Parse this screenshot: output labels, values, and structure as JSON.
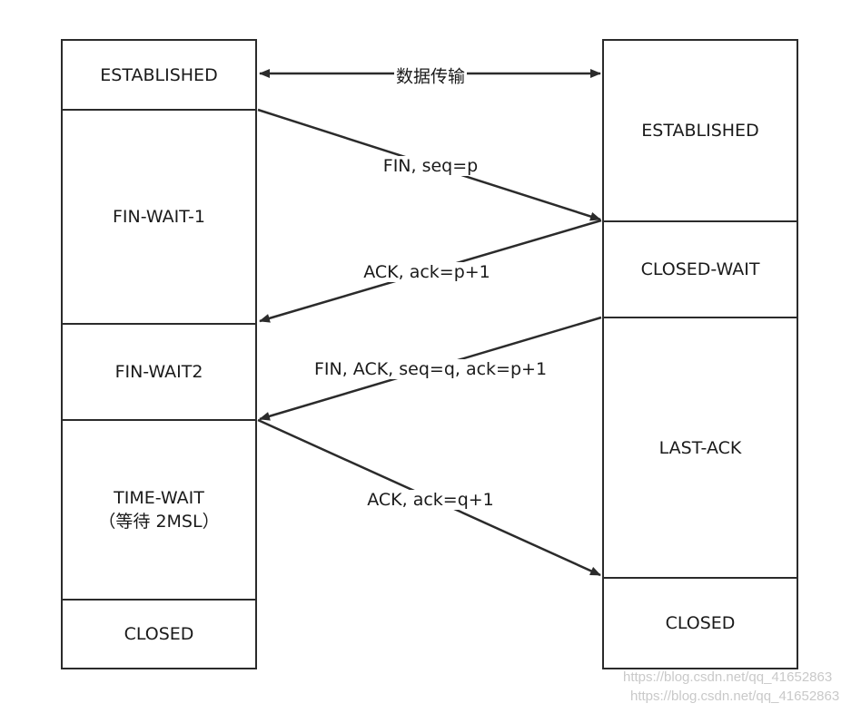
{
  "client_states": [
    {
      "name": "ESTABLISHED",
      "sub": ""
    },
    {
      "name": "FIN-WAIT-1",
      "sub": ""
    },
    {
      "name": "FIN-WAIT2",
      "sub": ""
    },
    {
      "name": "TIME-WAIT",
      "sub": "（等待 2MSL）"
    },
    {
      "name": "CLOSED",
      "sub": ""
    }
  ],
  "server_states": [
    {
      "name": "ESTABLISHED"
    },
    {
      "name": "CLOSED-WAIT"
    },
    {
      "name": "LAST-ACK"
    },
    {
      "name": "CLOSED"
    }
  ],
  "messages": {
    "data_transfer": "数据传输",
    "fin": "FIN, seq=p",
    "ack1": "ACK, ack=p+1",
    "fin_ack": "FIN, ACK, seq=q, ack=p+1",
    "ack2": "ACK, ack=q+1"
  },
  "watermark": {
    "line1": "https://blog.csdn.net/qq_41652863",
    "line2": "https://blog.csdn.net/qq_41652863"
  }
}
